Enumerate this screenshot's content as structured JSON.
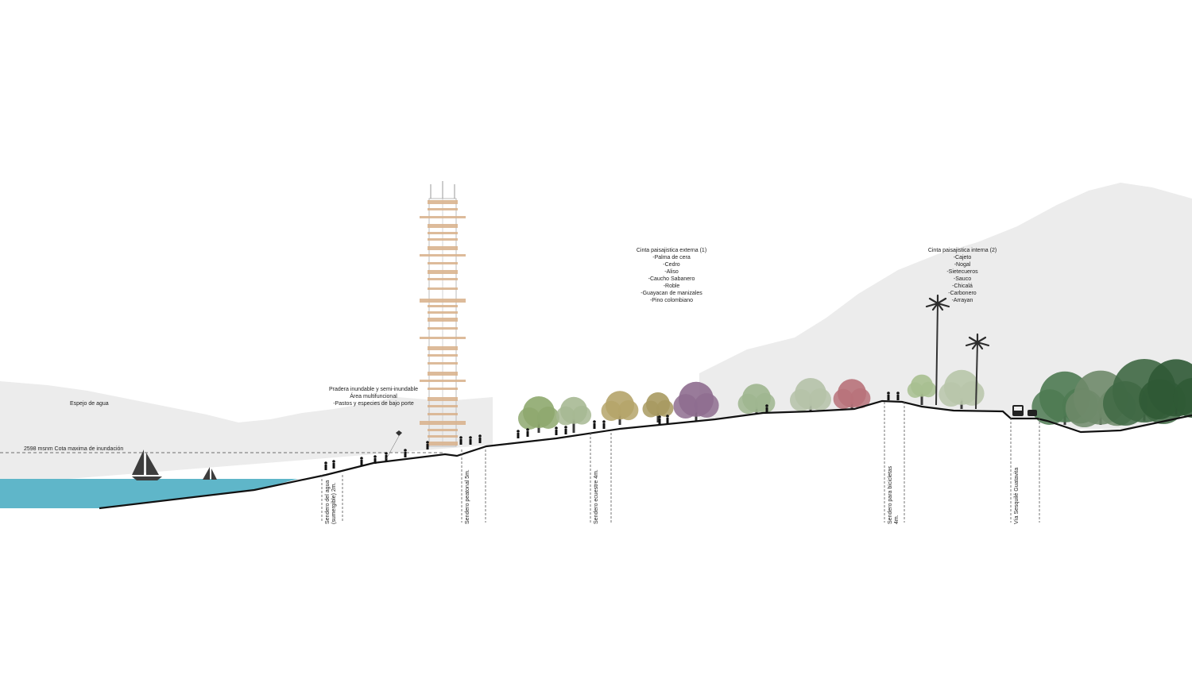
{
  "labels": {
    "water": "Espejo de agua",
    "flood_line": "2598 msnm Cota maxima de inundación",
    "meadow": [
      "Pradera inundable y semi-inundable",
      "Área multifuncional",
      "-Pastos y especies de bajo porte"
    ],
    "external_belt": [
      "Cinta paisajistica externa (1)",
      "-Palma de cera",
      "-Cedro",
      "-Aliso",
      "-Caucho Sabanero",
      "-Roble",
      "-Guayacan de manizales",
      "-Pino colombiano"
    ],
    "internal_belt": [
      "Cinta paisajistica interna (2)",
      "-Cajeto",
      "-Nogal",
      "-Sietecueros",
      "-Sauco",
      "-Chicalá",
      "-Carbonero",
      "-Arrayan"
    ]
  },
  "paths": [
    {
      "lines": [
        "Sendero del agua",
        "(sumergible) 2m."
      ]
    },
    {
      "lines": [
        "Sendero peatonal 5m."
      ]
    },
    {
      "lines": [
        "Sendero ecuestre 4m."
      ]
    },
    {
      "lines": [
        "Sendero para bicicletas",
        "4m."
      ]
    },
    {
      "lines": [
        "Vía Sesquilé Guatavita"
      ]
    }
  ],
  "colors": {
    "water": "#5fb6c9",
    "mountain": "#ececec",
    "tower": "#d9b48f",
    "ground": "#111111"
  }
}
